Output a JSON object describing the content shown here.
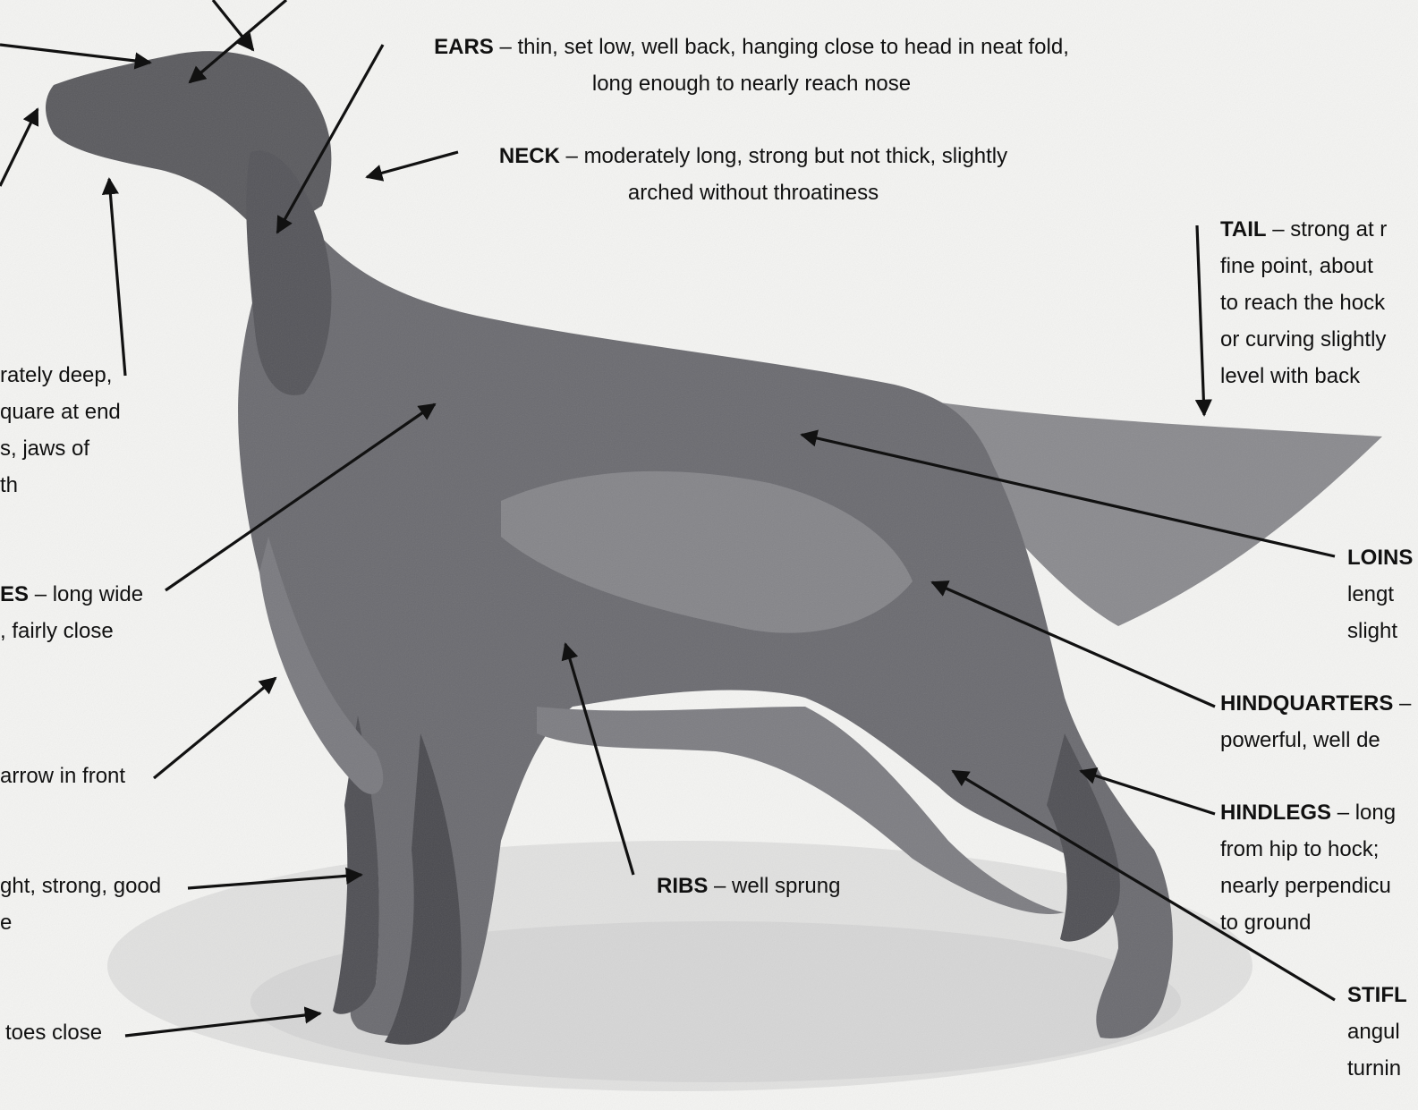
{
  "labels": {
    "ears": {
      "term": "EARS",
      "lines": [
        "– thin, set low, well back, hanging close to head in neat fold,",
        "long enough to nearly reach nose"
      ]
    },
    "neck": {
      "term": "NECK",
      "lines": [
        "– moderately long, strong but not thick, slightly",
        "arched without throatiness"
      ]
    },
    "tail": {
      "term": "TAIL",
      "lines": [
        "– strong at r",
        "fine point, about",
        "to reach the hock",
        "or curving slightly",
        "level with back"
      ]
    },
    "muzzle": {
      "lines": [
        "rately deep,",
        "quare at end",
        "s, jaws of",
        "th"
      ]
    },
    "shoulders": {
      "term": "ES",
      "lines": [
        "– long wide",
        ", fairly close"
      ]
    },
    "chest": {
      "lines": [
        "arrow in front"
      ]
    },
    "forelegs": {
      "lines": [
        "ght, strong, good",
        "e"
      ]
    },
    "feet": {
      "lines": [
        "toes close"
      ]
    },
    "ribs": {
      "term": "RIBS",
      "lines": [
        "– well sprung"
      ]
    },
    "loins": {
      "term": "LOINS",
      "lines": [
        "lengt",
        "slight"
      ]
    },
    "hindquarters": {
      "term": "HINDQUARTERS",
      "lines": [
        "–",
        "powerful, well de"
      ]
    },
    "hindlegs": {
      "term": "HINDLEGS",
      "lines": [
        "– long",
        "from hip to hock;",
        "nearly perpendicu",
        "to ground"
      ]
    },
    "stifle": {
      "term": "STIFL",
      "lines": [
        "angul",
        "turnin"
      ]
    }
  },
  "colors": {
    "background": "#f4f4f2",
    "ink": "#111111",
    "drawing": "#5a5a5e"
  }
}
